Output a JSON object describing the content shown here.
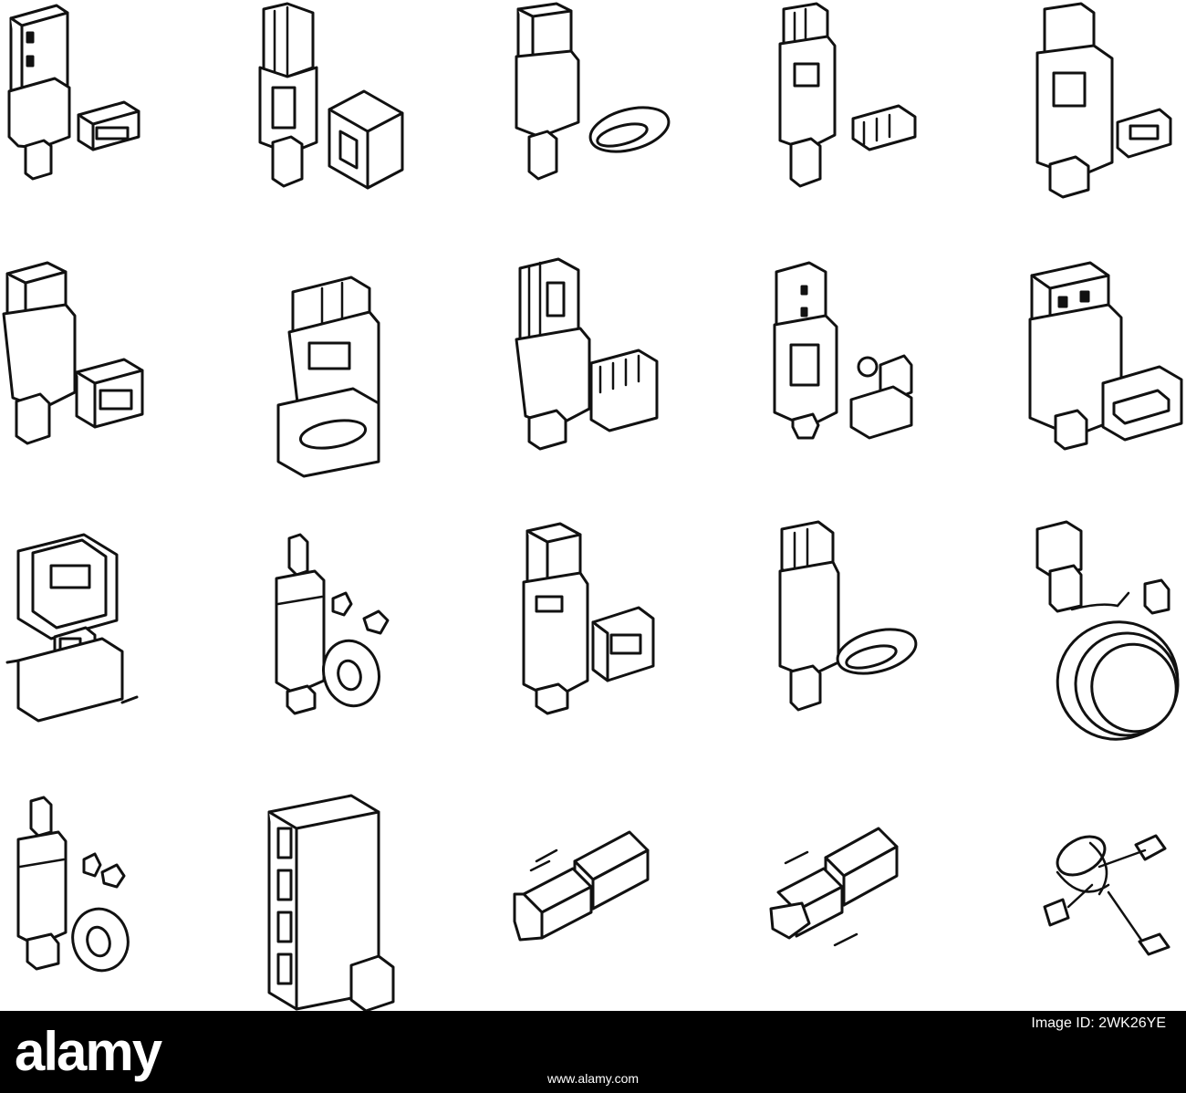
{
  "icons": [
    "usb-a-connector-icon",
    "usb-b-connector-icon",
    "usb-c-connector-icon",
    "micro-usb-connector-icon",
    "mini-usb-connector-icon",
    "usb-3-connector-icon",
    "usb-micro-b-3-connector-icon",
    "ethernet-connector-icon",
    "usb-flash-connector-icon",
    "hdmi-connector-icon",
    "vga-connector-icon",
    "audio-jack-connector-icon",
    "displayport-connector-icon",
    "thunderbolt-connector-icon",
    "cable-reel-icon",
    "aux-cable-icon",
    "usb-hub-icon",
    "cable-connecting-icon",
    "cable-plugging-icon",
    "tangled-cable-icon"
  ],
  "colors": {
    "line": "#111111",
    "background": "#ffffff",
    "footer": "#000000"
  },
  "watermark": {
    "logo": "alamy",
    "image_id_label": "Image ID: 2WK26YE",
    "url": "www.alamy.com"
  }
}
